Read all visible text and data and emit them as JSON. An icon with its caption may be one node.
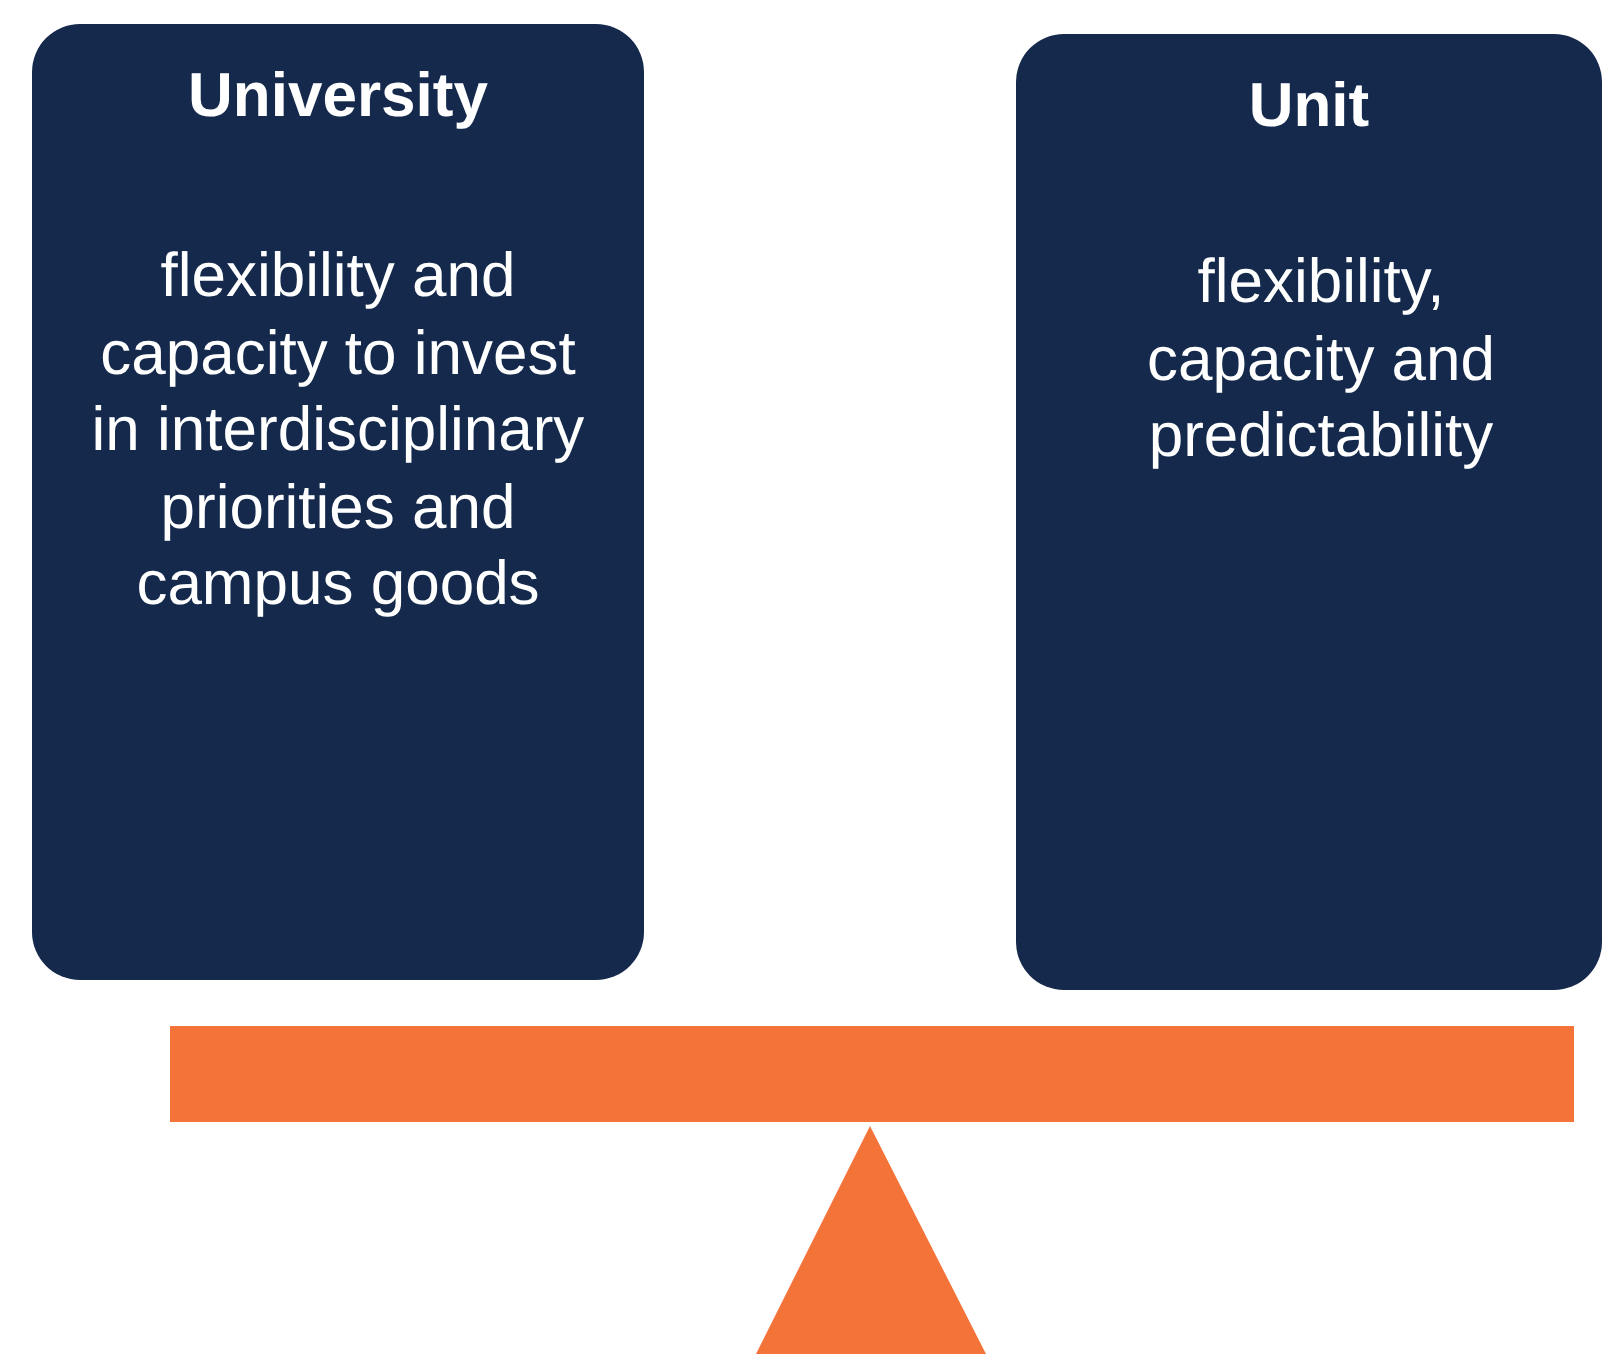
{
  "diagram": {
    "nodes": [
      {
        "text": [
          "University",
          "flexibility and capacity to invest in interdisciplinary priorities and campus goods"
        ]
      },
      {
        "text": [
          "Unit",
          "flexibility, capacity and predictability"
        ]
      }
    ]
  }
}
